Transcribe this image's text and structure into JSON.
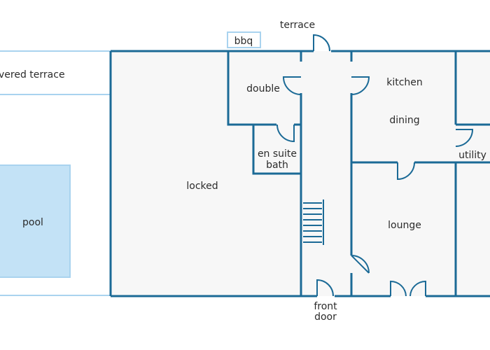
{
  "rooms": {
    "covered_terrace": "vered terrace",
    "bbq": "bbq",
    "terrace": "terrace",
    "double": "double",
    "kitchen": "kitchen",
    "dining": "dining",
    "en_suite_line1": "en suite",
    "en_suite_line2": "bath",
    "utility": "utility",
    "locked": "locked",
    "pool": "pool",
    "lounge": "lounge",
    "front_door_line1": "front",
    "front_door_line2": "door"
  },
  "colors": {
    "wall": "#1b6a96",
    "outline_light": "#a9d3ef",
    "floor": "#f7f7f7",
    "pool_fill": "#c3e2f6",
    "text": "#2b2b2b"
  }
}
